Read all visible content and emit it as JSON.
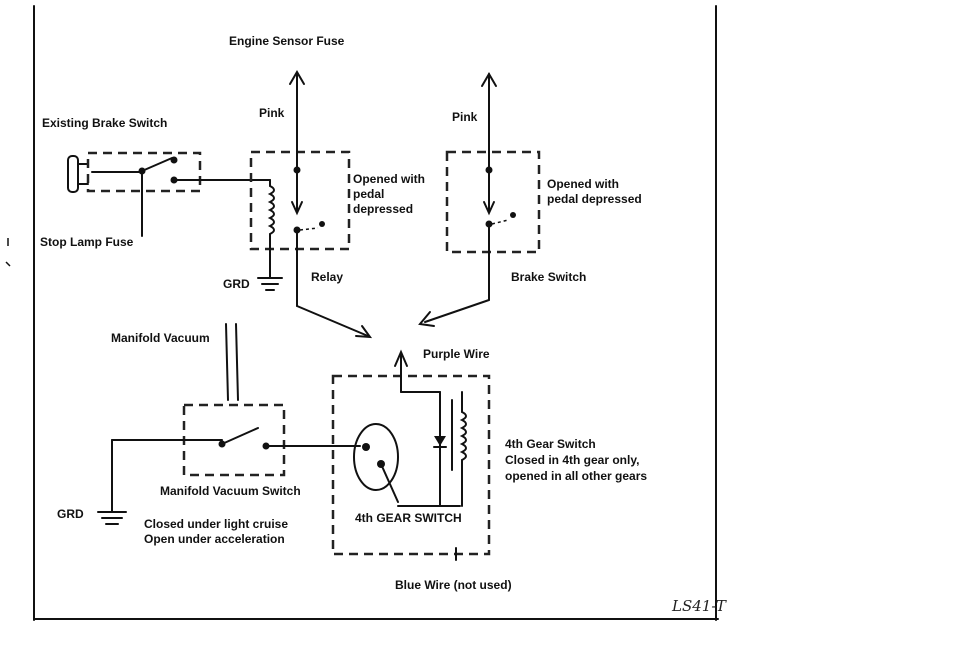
{
  "labels": {
    "engine_sensor_fuse": "Engine Sensor Fuse",
    "pink_left": "Pink",
    "pink_right": "Pink",
    "existing_brake_switch": "Existing Brake Switch",
    "stop_lamp_fuse": "Stop Lamp Fuse",
    "relay_note_1": "Opened with",
    "relay_note_2": "pedal",
    "relay_note_3": "depressed",
    "brake_note_1": "Opened with",
    "brake_note_2": "pedal depressed",
    "relay": "Relay",
    "brake_switch": "Brake Switch",
    "grd_top": "GRD",
    "manifold_vacuum": "Manifold Vacuum",
    "purple_wire": "Purple Wire",
    "gear_switch_title": "4th Gear Switch",
    "gear_switch_note_1": "Closed in 4th gear only,",
    "gear_switch_note_2": "opened in all other gears",
    "manifold_vacuum_switch": "Manifold Vacuum Switch",
    "grd_bottom": "GRD",
    "cruise_note_1": "Closed under light cruise",
    "cruise_note_2": "Open under acceleration",
    "gear_switch_label": "4th GEAR SWITCH",
    "blue_wire": "Blue Wire (not used)",
    "signature": "LS41-T"
  }
}
